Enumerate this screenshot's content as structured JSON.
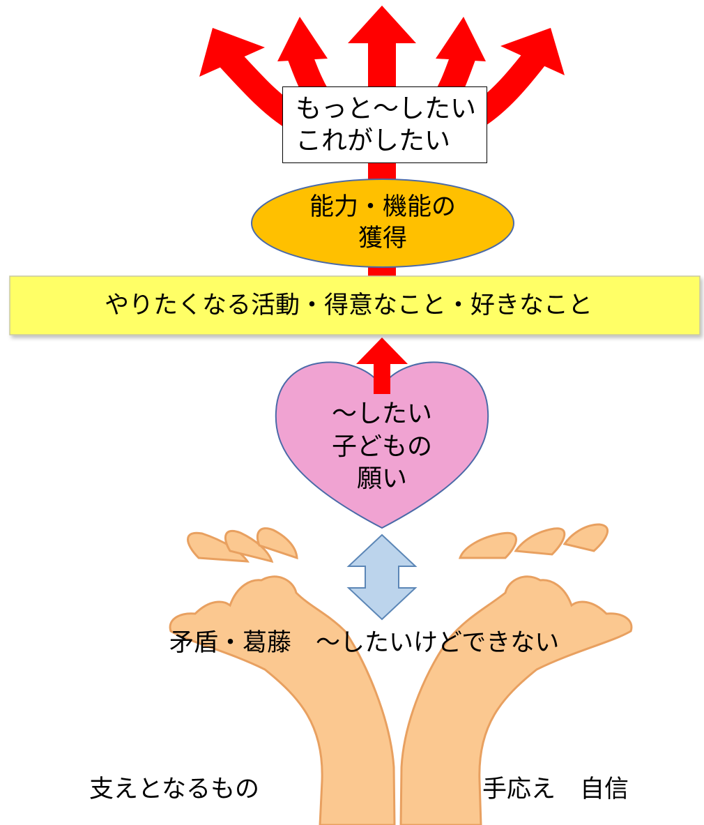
{
  "top_box": {
    "line1": "もっと～したい",
    "line2": "これがしたい"
  },
  "ability": {
    "line1": "能力・機能の",
    "line2": "獲得"
  },
  "activity_band": {
    "text": "やりたくなる活動・得意なこと・好きなこと"
  },
  "heart": {
    "line1": "～したい",
    "line2": "子どもの",
    "line3": "願い"
  },
  "conflict": {
    "text": "矛盾・葛藤　～したいけどできない"
  },
  "support_left": {
    "text": "支えとなるもの"
  },
  "support_right": {
    "text": "手応え　自信"
  },
  "colors": {
    "arrow_red": "#ff0000",
    "ellipse_fill": "#ffc000",
    "band_fill": "#ffff66",
    "heart_fill": "#f0a3d2",
    "double_arrow_fill": "#bcd4ec",
    "hand_fill": "#fbc890"
  },
  "icons": {
    "hands": "open-hands-icon",
    "heart": "heart-shape",
    "double_arrow": "vertical-double-arrow-icon"
  }
}
